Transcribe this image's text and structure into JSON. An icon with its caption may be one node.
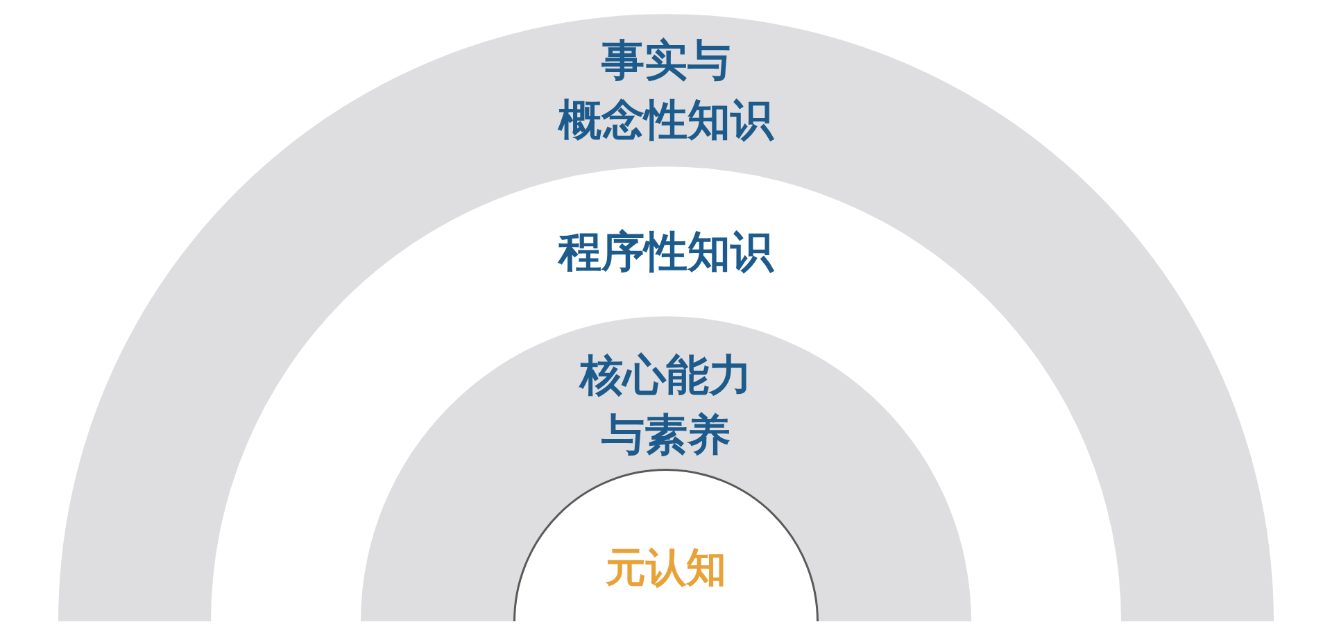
{
  "diagram": {
    "nodes": [
      {
        "text": [
          "事实与概念性知识"
        ]
      },
      {
        "text": [
          "程序性知识"
        ],
        "in": 0
      },
      {
        "text": [
          "核心能力与素养"
        ],
        "in": 1
      },
      {
        "text": [
          "元认知"
        ],
        "in": 2
      }
    ]
  }
}
